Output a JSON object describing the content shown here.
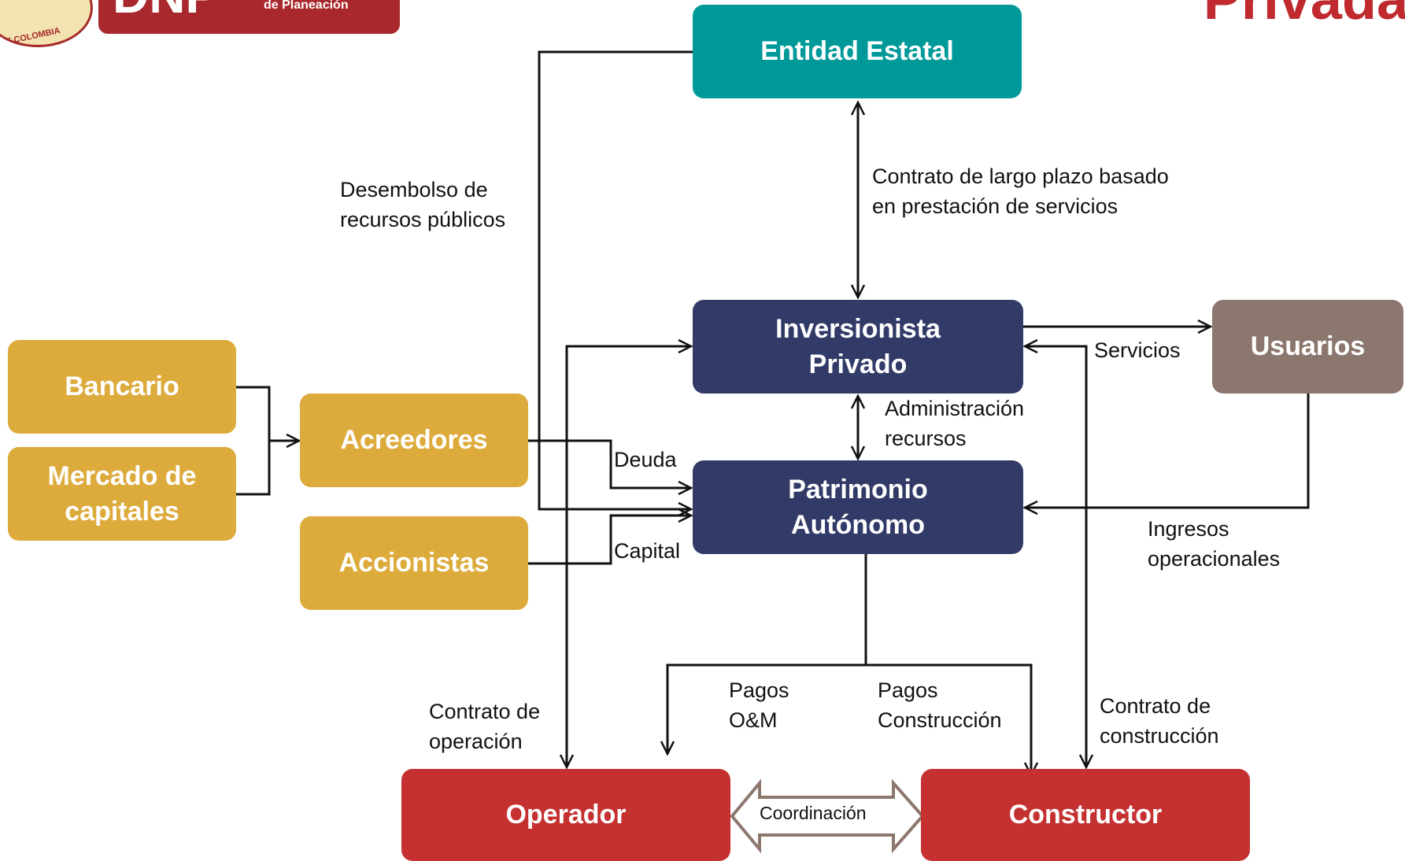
{
  "header": {
    "logo_seal_text": "DE COLOMBIA",
    "logo_big": "DNP",
    "logo_small": "de Planeación",
    "title_fragment": "Privada"
  },
  "boxes": {
    "entidad": "Entidad Estatal",
    "inversionista_line1": "Inversionista",
    "inversionista_line2": "Privado",
    "patrimonio_line1": "Patrimonio",
    "patrimonio_line2": "Autónomo",
    "usuarios": "Usuarios",
    "bancario": "Bancario",
    "mercado_line1": "Mercado de",
    "mercado_line2": "capitales",
    "acreedores": "Acreedores",
    "accionistas": "Accionistas",
    "operador": "Operador",
    "constructor": "Constructor"
  },
  "labels": {
    "contrato_largo_1": "Contrato de largo plazo basado",
    "contrato_largo_2": "en prestación de servicios",
    "desembolso_1": "Desembolso de",
    "desembolso_2": "recursos públicos",
    "servicios": "Servicios",
    "administracion_1": "Administración",
    "administracion_2": "recursos",
    "deuda": "Deuda",
    "capital": "Capital",
    "ingresos_1": "Ingresos",
    "ingresos_2": "operacionales",
    "pagos_om_1": "Pagos",
    "pagos_om_2": "O&M",
    "pagos_const_1": "Pagos",
    "pagos_const_2": "Construcción",
    "contrato_op_1": "Contrato de",
    "contrato_op_2": "operación",
    "contrato_const_1": "Contrato de",
    "contrato_const_2": "construcción",
    "coordinacion": "Coordinación"
  },
  "colors": {
    "teal": "#009999",
    "navy": "#323B68",
    "gold": "#DDAB3B",
    "taupe": "#8C776E",
    "red": "#C53131",
    "dnp_red": "#A8282D"
  }
}
